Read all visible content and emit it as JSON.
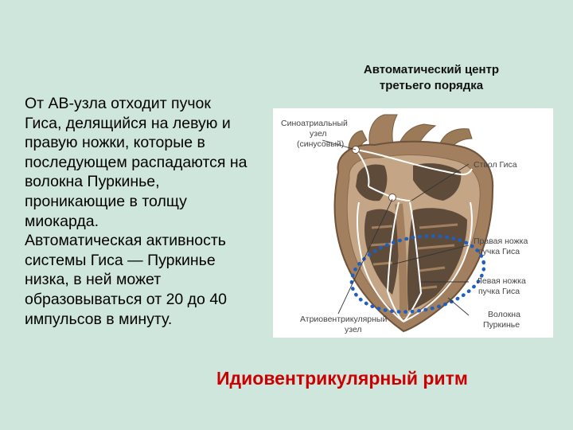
{
  "slide": {
    "heading": [
      "Автоматический центр",
      "третьего порядка"
    ],
    "body_lines": [
      "От АВ-узла отходит пучок",
      "Гиса, делящийся на левую и",
      "правую ножки, которые в",
      "последующем распадаются на",
      "волокна Пуркинье,",
      "проникающие в толщу",
      "миокарда.",
      "Автоматическая активность",
      "системы Гиса — Пуркинье",
      "низка, в ней может",
      "образовываться от 20 до 40",
      "импульсов в минуту."
    ],
    "footer_title": "Идиовентрикулярный ритм"
  },
  "figure": {
    "labels": {
      "sa_node": [
        "Синоатриальный",
        "узел",
        "(синусовый)"
      ],
      "his_bundle": "Ствол Гиса",
      "right_bundle": [
        "Правая ножка",
        "пучка Гиса"
      ],
      "left_bundle": [
        "Левая ножка",
        "пучка Гиса"
      ],
      "purkinje": [
        "Волокна",
        "Пуркинье"
      ],
      "av_node": [
        "Атриовентрикулярный",
        "узел"
      ]
    },
    "colors": {
      "heart_outer": "#a2805f",
      "heart_inner": "#c4a585",
      "chamber": "#5e4b3a",
      "conduction": "#ffffff",
      "highlight_dots": "#1f5fbf"
    }
  }
}
